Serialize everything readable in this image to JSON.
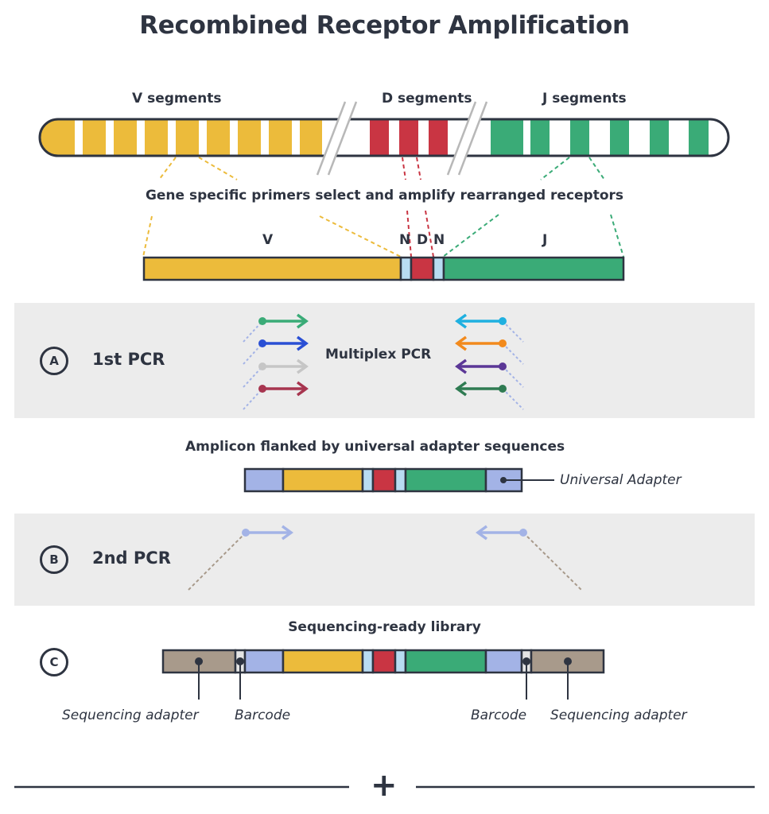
{
  "title": "Recombined Receptor Amplification",
  "segments": {
    "v": "V segments",
    "d": "D segments",
    "j": "J segments"
  },
  "primer_caption": "Gene specific primers select and amplify rearranged receptors",
  "rearranged_labels": {
    "v": "V",
    "n1": "N",
    "d": "D",
    "n2": "N",
    "j": "J"
  },
  "step_a": {
    "letter": "A",
    "label": "1st PCR",
    "center": "Multiplex PCR"
  },
  "amplicon_caption": "Amplicon flanked by universal adapter sequences",
  "universal_adapter": "Universal Adapter",
  "step_b": {
    "letter": "B",
    "label": "2nd PCR"
  },
  "library_caption": "Sequencing-ready library",
  "step_c": {
    "letter": "C"
  },
  "library_labels": {
    "seq_adapter_left": "Sequencing adapter",
    "barcode_left": "Barcode",
    "barcode_right": "Barcode",
    "seq_adapter_right": "Sequencing adapter"
  },
  "footer_symbol": "+",
  "colors": {
    "v": "#ecbb3b",
    "d": "#c93543",
    "j": "#3aab77",
    "n": "#b8dcf2",
    "adapter": "#a3b3e6",
    "seq_adapter": "#a89a8b",
    "barcode": "#e4e4e4",
    "band": "#ececec",
    "outline": "#2e3441"
  }
}
